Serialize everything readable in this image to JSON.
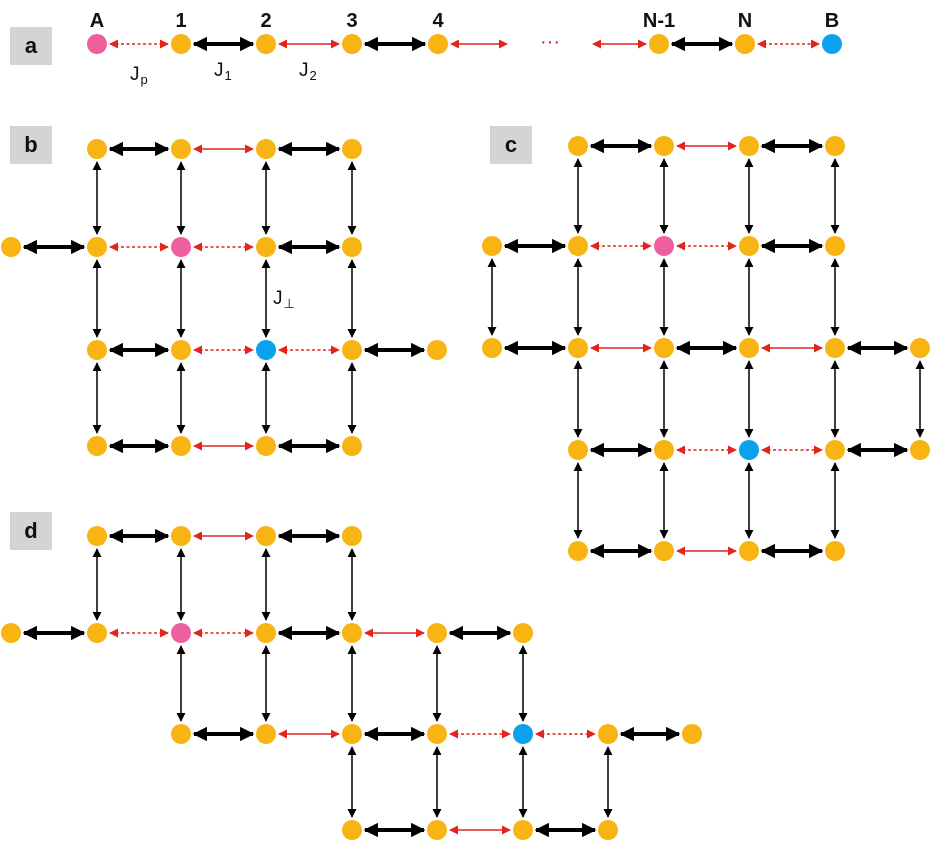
{
  "colors": {
    "site": "#f7b413",
    "source": "#ee5fa0",
    "target": "#0aa2ec",
    "strong_bond": "#000000",
    "weak_bond": "#e3241c",
    "label_box": "#d4d4d4"
  },
  "panels": [
    {
      "id": "a",
      "label": "a"
    },
    {
      "id": "b",
      "label": "b"
    },
    {
      "id": "c",
      "label": "c"
    },
    {
      "id": "d",
      "label": "d"
    }
  ],
  "chain_labels": {
    "A": "A",
    "n1": "1",
    "n2": "2",
    "n3": "3",
    "n4": "4",
    "nN1": "N-1",
    "nN": "N",
    "B": "B"
  },
  "ellipsis": "···",
  "couplings": {
    "jp_main": "J",
    "jp_sub": "p",
    "j1_main": "J",
    "j1_sub": "1",
    "j2_main": "J",
    "j2_sub": "2",
    "jperp_main": "J",
    "jperp_sub": "⊥"
  }
}
